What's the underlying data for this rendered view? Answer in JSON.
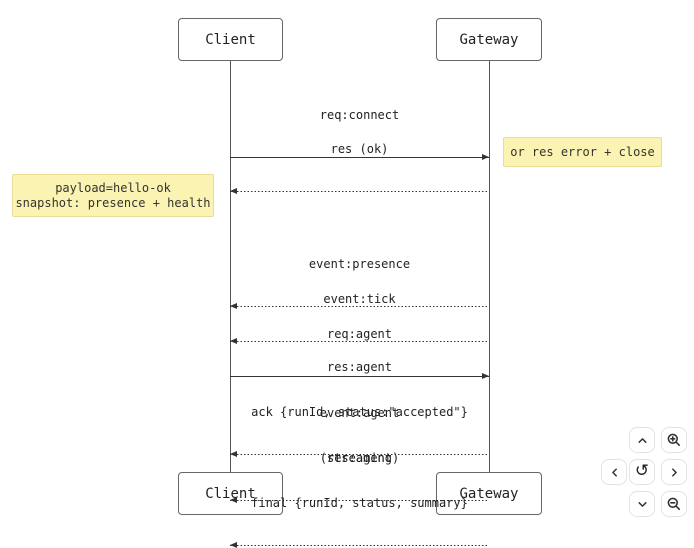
{
  "diagram": {
    "type": "sequence",
    "participants": [
      {
        "name": "Client"
      },
      {
        "name": "Gateway"
      }
    ],
    "messages": [
      {
        "from": "Client",
        "to": "Gateway",
        "arrow": "solid",
        "lines": [
          "req:connect"
        ]
      },
      {
        "from": "Gateway",
        "to": "Client",
        "arrow": "dotted",
        "lines": [
          "res (ok)"
        ]
      },
      {
        "from": "Gateway",
        "to": "Client",
        "arrow": "dotted",
        "lines": [
          "event:presence"
        ]
      },
      {
        "from": "Gateway",
        "to": "Client",
        "arrow": "dotted",
        "lines": [
          "event:tick"
        ]
      },
      {
        "from": "Client",
        "to": "Gateway",
        "arrow": "solid",
        "lines": [
          "req:agent"
        ]
      },
      {
        "from": "Gateway",
        "to": "Client",
        "arrow": "dotted",
        "lines": [
          "res:agent",
          "ack {runId, status:\"accepted\"}"
        ]
      },
      {
        "from": "Gateway",
        "to": "Client",
        "arrow": "dotted",
        "lines": [
          "event:agent",
          "(streaming)"
        ]
      },
      {
        "from": "Gateway",
        "to": "Client",
        "arrow": "dotted",
        "lines": [
          "res:agent",
          "final {runId, status, summary}"
        ]
      }
    ],
    "notes": [
      {
        "position": "right-of-gateway",
        "lines": [
          "or res error + close"
        ]
      },
      {
        "position": "left-of-client",
        "lines": [
          "payload=hello-ok",
          "snapshot: presence + health"
        ]
      }
    ],
    "colors": {
      "background": "#FFFFFF",
      "line": "#333333",
      "text": "#222222",
      "actor_border": "#666666",
      "actor_fill": "#FFFFFF",
      "note_fill": "#FBF3B1",
      "note_border": "#E8DC96"
    }
  },
  "controls": {
    "buttons": [
      {
        "name": "pan-up",
        "icon": "chevron-up-icon"
      },
      {
        "name": "zoom-in",
        "icon": "zoom-in-icon"
      },
      {
        "name": "pan-left",
        "icon": "chevron-left-icon"
      },
      {
        "name": "reset-view",
        "icon": "reset-icon",
        "glyph": "↺"
      },
      {
        "name": "pan-right",
        "icon": "chevron-right-icon"
      },
      {
        "name": "pan-down",
        "icon": "chevron-down-icon"
      },
      {
        "name": "zoom-out",
        "icon": "zoom-out-icon"
      }
    ]
  }
}
